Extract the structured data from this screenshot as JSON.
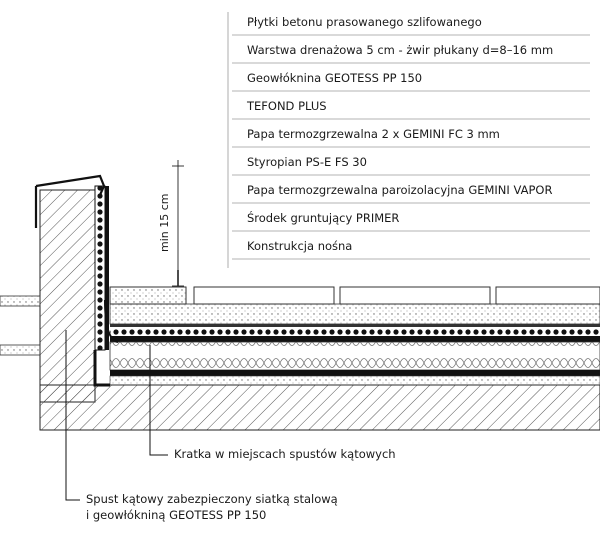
{
  "layers": [
    "Płytki betonu prasowanego szlifowanego",
    "Warstwa drenażowa 5 cm - żwir płukany d=8–16 mm",
    "Geowłóknina GEOTESS PP 150",
    "TEFOND PLUS",
    "Papa termozgrzewalna 2 x GEMINI FC 3 mm",
    "Styropian PS-E FS 30",
    "Papa termozgrzewalna paroizolacyjna GEMINI VAPOR",
    "Środek gruntujący PRIMER",
    "Konstrukcja nośna"
  ],
  "dimension": "min 15 cm",
  "notes": {
    "grate": "Kratka w miejscach spustów kątowych",
    "outlet_line1": "Spust kątowy zabezpieczony siatką stalową",
    "outlet_line2": "i geowłókniną GEOTESS PP 150"
  }
}
